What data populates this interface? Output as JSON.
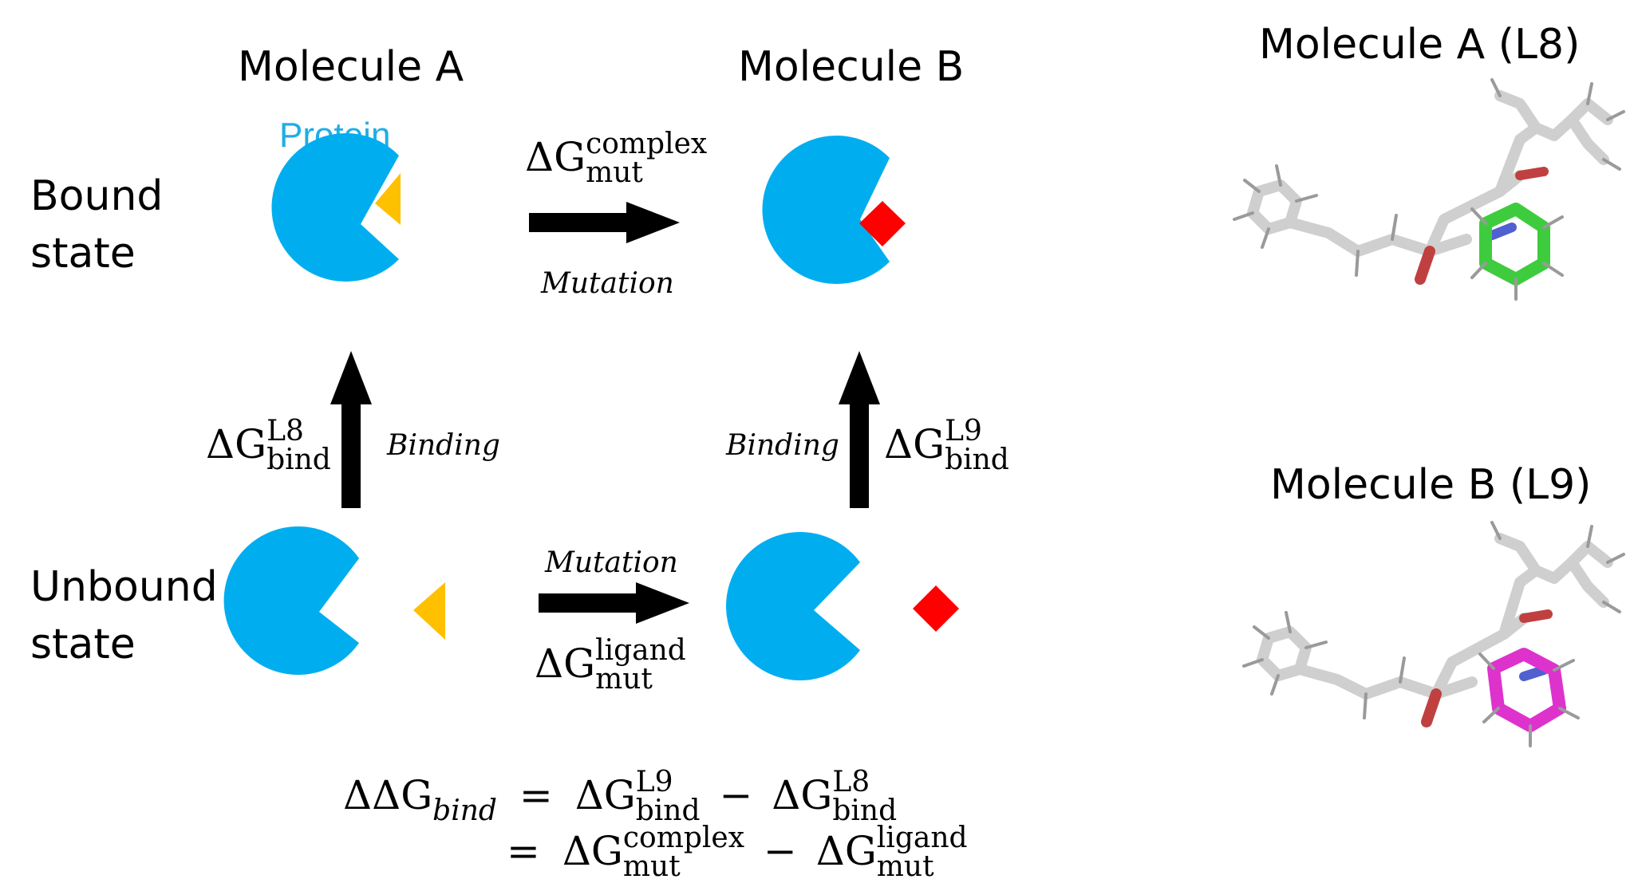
{
  "column_titles": {
    "molecule_a": "Molecule A",
    "molecule_b": "Molecule B"
  },
  "row_labels": {
    "bound_line1": "Bound",
    "bound_line2": "state",
    "unbound_line1": "Unbound",
    "unbound_line2": "state"
  },
  "protein_label": "Protein",
  "process_labels": {
    "mutation_top": "Mutation",
    "mutation_bottom": "Mutation",
    "binding_left": "Binding",
    "binding_right": "Binding"
  },
  "energies": {
    "delta": "ΔG",
    "complex_sup": "complex",
    "mut_sub": "mut",
    "ligand_sup": "ligand",
    "l8_sup": "L8",
    "l9_sup": "L9",
    "bind_sub": "bind"
  },
  "equation": {
    "lhs": "ΔΔG",
    "lhs_sub": "bind",
    "eq": "=",
    "minus": "−"
  },
  "structures": {
    "title_a": "Molecule A (L8)",
    "title_b": "Molecule B (L9)"
  },
  "colors": {
    "protein": "#00aeef",
    "ligand_a": "#ffc000",
    "ligand_b": "#ff0000",
    "ring_a": "#33cc33",
    "ring_b": "#dd33cc",
    "arrow": "#000000"
  }
}
